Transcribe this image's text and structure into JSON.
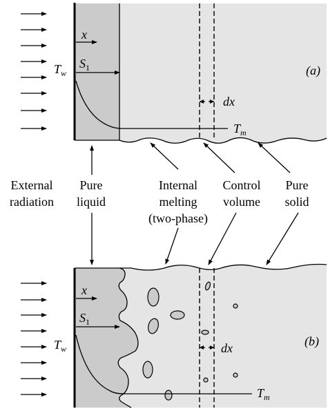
{
  "diagram_a": {
    "tag": "(a)",
    "wall_temp": "T",
    "wall_temp_sub": "w",
    "melt_temp": "T",
    "melt_temp_sub": "m",
    "x_label": "x",
    "front_label": "S",
    "front_sub": "1",
    "dx_label": "dx"
  },
  "diagram_b": {
    "tag": "(b)",
    "wall_temp": "T",
    "wall_temp_sub": "w",
    "melt_temp": "T",
    "melt_temp_sub": "m",
    "x_label": "x",
    "front_label": "S",
    "front_sub": "1",
    "dx_label": "dx"
  },
  "labels": {
    "external_radiation": [
      "External",
      "radiation"
    ],
    "pure_liquid": [
      "Pure",
      "liquid"
    ],
    "internal_melting": [
      "Internal",
      "melting",
      "(two-phase)"
    ],
    "control_volume": [
      "Control",
      "volume"
    ],
    "pure_solid": [
      "Pure",
      "solid"
    ]
  }
}
